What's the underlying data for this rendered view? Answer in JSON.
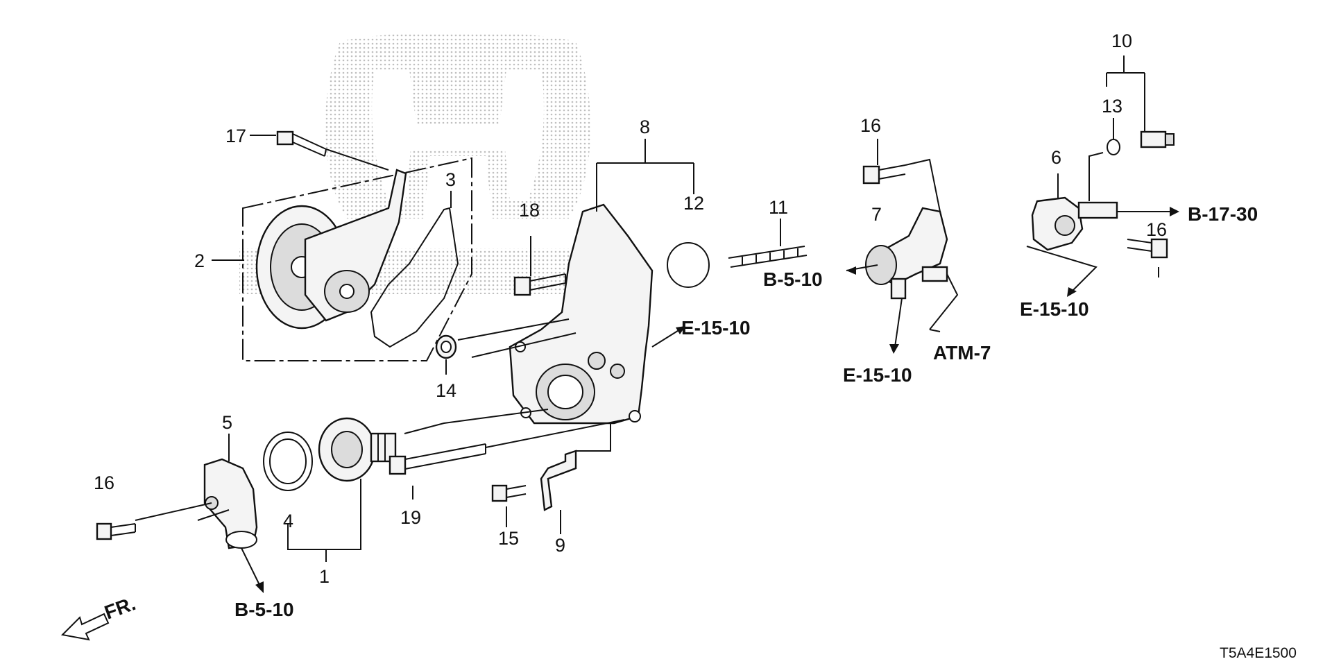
{
  "diagram": {
    "code": "T5A4E1500",
    "direction_label": "FR.",
    "part_numbers": {
      "p1": "1",
      "p2": "2",
      "p3": "3",
      "p4": "4",
      "p5": "5",
      "p6": "6",
      "p7": "7",
      "p8": "8",
      "p9": "9",
      "p10": "10",
      "p11": "11",
      "p12": "12",
      "p13": "13",
      "p14": "14",
      "p15": "15",
      "p16_left": "16",
      "p16_center": "16",
      "p16_right": "16",
      "p17": "17",
      "p18": "18",
      "p19": "19"
    },
    "references": {
      "b510_left": "B-5-10",
      "b510_center": "B-5-10",
      "e1510_center": "E-15-10",
      "e1510_lower": "E-15-10",
      "e1510_right": "E-15-10",
      "atm7": "ATM-7",
      "b1730": "B-17-30"
    },
    "watermark_icon": "honda-logo-icon"
  }
}
